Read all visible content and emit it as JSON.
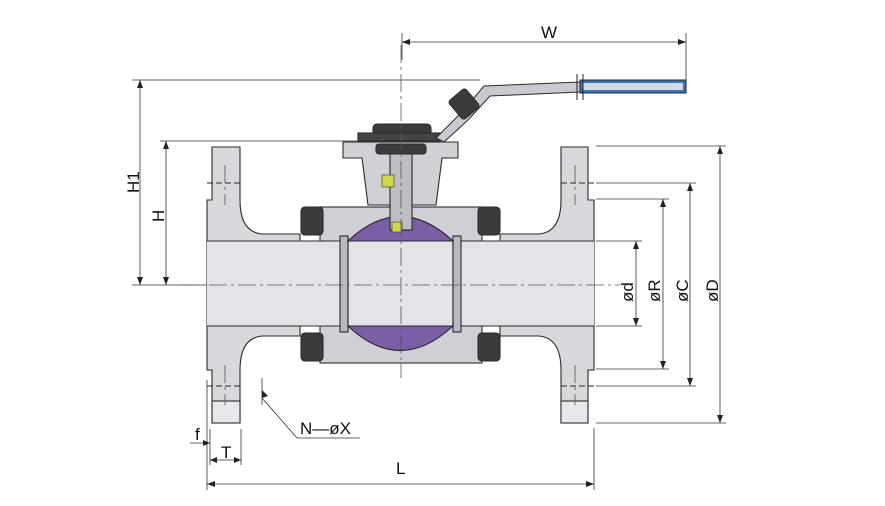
{
  "labels": {
    "W": "W",
    "H1": "H1",
    "H": "H",
    "d": "ød",
    "R": "øR",
    "C": "øC",
    "D": "øD",
    "NX": "N—øX",
    "f": "f",
    "T": "T",
    "L": "L"
  },
  "colors": {
    "body": "#d8d8dc",
    "body_dark": "#b9b9c0",
    "ball": "#7b5fa6",
    "handle": "#3a74b7",
    "line": "#2a2a2a",
    "center": "#555555",
    "bolt": "#3b3b3b"
  }
}
